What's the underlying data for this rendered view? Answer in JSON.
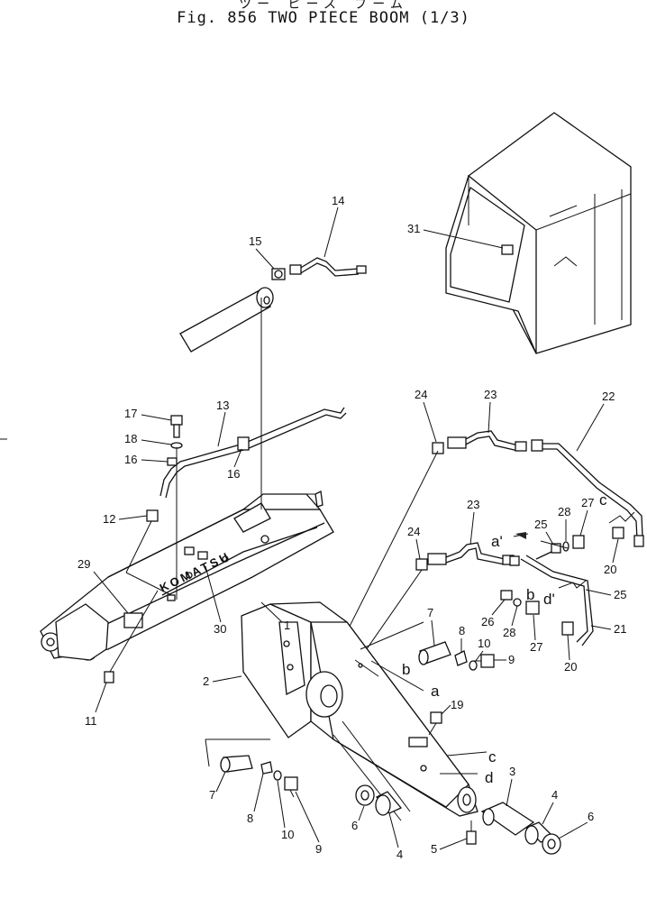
{
  "header": {
    "title_jp": "ツー ピース ブーム",
    "title": "Fig. 856  TWO PIECE BOOM (1/3)"
  },
  "callouts": [
    {
      "id": "c14",
      "text": "14"
    },
    {
      "id": "c15",
      "text": "15"
    },
    {
      "id": "c31",
      "text": "31"
    },
    {
      "id": "c13",
      "text": "13"
    },
    {
      "id": "c17",
      "text": "17"
    },
    {
      "id": "c18",
      "text": "18"
    },
    {
      "id": "c16a",
      "text": "16"
    },
    {
      "id": "c16b",
      "text": "16"
    },
    {
      "id": "c12",
      "text": "12"
    },
    {
      "id": "c29",
      "text": "29"
    },
    {
      "id": "c30",
      "text": "30"
    },
    {
      "id": "c1",
      "text": "1"
    },
    {
      "id": "c11",
      "text": "11"
    },
    {
      "id": "c24a",
      "text": "24"
    },
    {
      "id": "c23a",
      "text": "23"
    },
    {
      "id": "c22",
      "text": "22"
    },
    {
      "id": "c23b",
      "text": "23"
    },
    {
      "id": "c24b",
      "text": "24"
    },
    {
      "id": "c25a",
      "text": "25"
    },
    {
      "id": "c28a",
      "text": "28"
    },
    {
      "id": "c27a",
      "text": "27"
    },
    {
      "id": "c20a",
      "text": "20"
    },
    {
      "id": "c26",
      "text": "26"
    },
    {
      "id": "c28b",
      "text": "28"
    },
    {
      "id": "c27b",
      "text": "27"
    },
    {
      "id": "c25b",
      "text": "25"
    },
    {
      "id": "c21",
      "text": "21"
    },
    {
      "id": "c20b",
      "text": "20"
    },
    {
      "id": "c2",
      "text": "2"
    },
    {
      "id": "c7a",
      "text": "7"
    },
    {
      "id": "c8a",
      "text": "8"
    },
    {
      "id": "c10a",
      "text": "10"
    },
    {
      "id": "c9a",
      "text": "9"
    },
    {
      "id": "c19",
      "text": "19"
    },
    {
      "id": "c3",
      "text": "3"
    },
    {
      "id": "c4a",
      "text": "4"
    },
    {
      "id": "c6a",
      "text": "6"
    },
    {
      "id": "c7b",
      "text": "7"
    },
    {
      "id": "c8b",
      "text": "8"
    },
    {
      "id": "c10b",
      "text": "10"
    },
    {
      "id": "c9b",
      "text": "9"
    },
    {
      "id": "c6b",
      "text": "6"
    },
    {
      "id": "c4b",
      "text": "4"
    },
    {
      "id": "c5",
      "text": "5"
    }
  ],
  "connection_letters": [
    {
      "id": "l_a1",
      "text": "a'"
    },
    {
      "id": "l_b1",
      "text": "b"
    },
    {
      "id": "l_c1",
      "text": "c"
    },
    {
      "id": "l_d1",
      "text": "d'"
    },
    {
      "id": "l_b2",
      "text": "b"
    },
    {
      "id": "l_a2",
      "text": "a"
    },
    {
      "id": "l_c2",
      "text": "c"
    },
    {
      "id": "l_d2",
      "text": "d"
    }
  ],
  "boom_marking": "KOMATSU"
}
